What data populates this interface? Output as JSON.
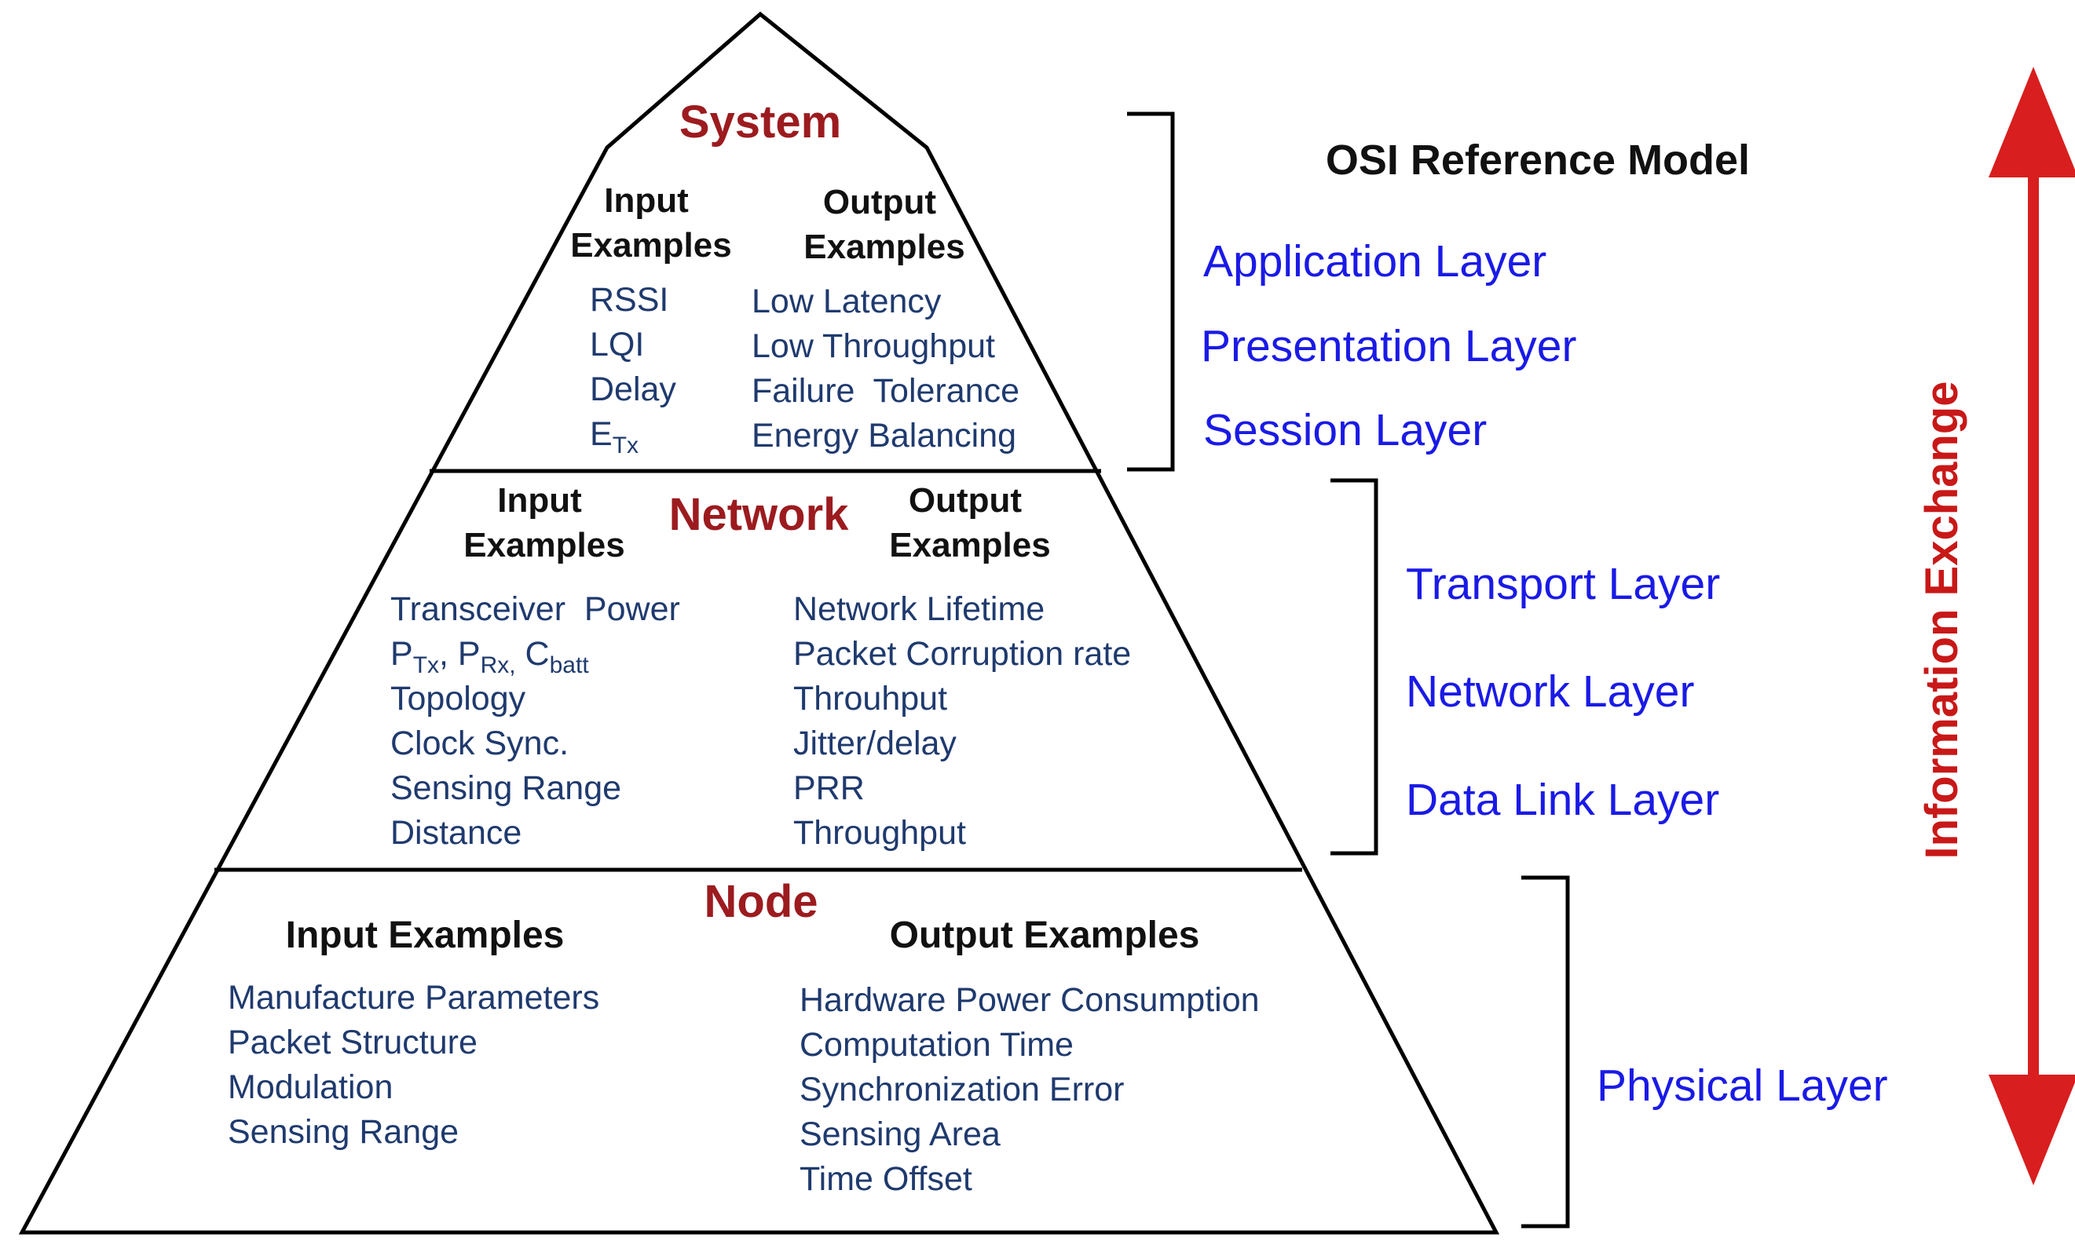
{
  "pyramid": {
    "system": {
      "title": "System",
      "input_header": [
        "Input",
        "Examples"
      ],
      "output_header": [
        "Output",
        "Examples"
      ],
      "inputs": [
        "RSSI",
        "LQI",
        "Delay"
      ],
      "etx": {
        "base": "E",
        "sub": "Tx"
      },
      "outputs": [
        "Low Latency",
        "Low Throughput",
        "Failure  Tolerance",
        "Energy Balancing"
      ]
    },
    "network": {
      "title": "Network",
      "input_header": [
        "Input",
        "Examples"
      ],
      "output_header": [
        "Output",
        "Examples"
      ],
      "inputs_first": "Transceiver  Power",
      "power_symbols": {
        "p1": "P",
        "p1_sub": "Tx",
        "sep1": ", ",
        "p2": "P",
        "p2_sub": "Rx,",
        "c": " C",
        "c_sub": "batt"
      },
      "inputs_rest": [
        "Topology",
        "Clock Sync.",
        "Sensing Range",
        "Distance"
      ],
      "outputs": [
        "Network Lifetime",
        "Packet Corruption rate",
        "Throuhput",
        "Jitter/delay",
        "PRR",
        "Throughput"
      ]
    },
    "node": {
      "title": "Node",
      "input_header": "Input Examples",
      "output_header": "Output Examples",
      "inputs": [
        "Manufacture Parameters",
        "Packet Structure",
        "Modulation",
        "Sensing Range"
      ],
      "outputs": [
        "Hardware Power Consumption",
        "Computation Time",
        "Synchronization Error",
        "Sensing Area",
        "Time Offset"
      ]
    }
  },
  "osi": {
    "title": "OSI Reference Model",
    "upper_layers": [
      "Application Layer",
      "Presentation Layer",
      "Session Layer"
    ],
    "middle_layers": [
      "Transport Layer",
      "Network Layer",
      "Data Link Layer"
    ],
    "lower_layers": [
      "Physical Layer"
    ]
  },
  "arrow_label": "Information Exchange",
  "colors": {
    "title_red": "#9c1b1f",
    "item_navy": "#1f3a6e",
    "layer_blue": "#1a1ae6",
    "arrow_red": "#d81e1e"
  }
}
